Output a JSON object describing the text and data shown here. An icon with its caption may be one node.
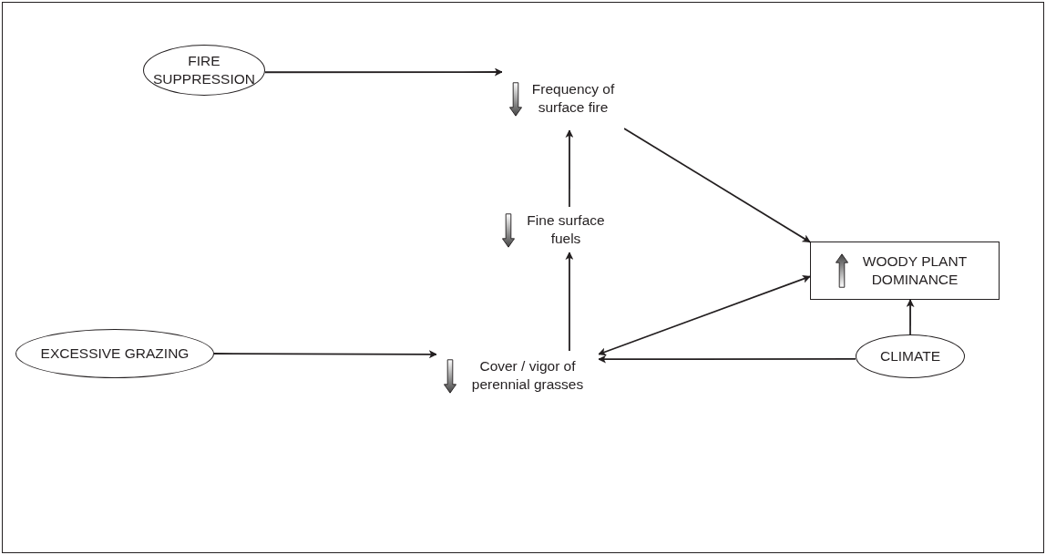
{
  "diagram": {
    "nodes": [
      {
        "text": [
          "FIRE SUPPRESSION"
        ]
      },
      {
        "text": [
          "Frequency of surface fire"
        ]
      },
      {
        "text": [
          "Fine surface fuels"
        ]
      },
      {
        "text": [
          "WOODY PLANT DOMINANCE"
        ]
      },
      {
        "text": [
          "EXCESSIVE GRAZING"
        ]
      },
      {
        "text": [
          "Cover / vigor of perennial grasses"
        ]
      },
      {
        "text": [
          "CLIMATE"
        ]
      }
    ],
    "edges": [
      {
        "from": 0,
        "to": 1,
        "arrow": "to"
      },
      {
        "from": 2,
        "to": 1,
        "arrow": "to"
      },
      {
        "from": 1,
        "to": 3,
        "arrow": "to"
      },
      {
        "from": 5,
        "to": 2,
        "arrow": "to"
      },
      {
        "from": 4,
        "to": 5,
        "arrow": "to"
      },
      {
        "from": 6,
        "to": 5,
        "arrow": "to"
      },
      {
        "from": 5,
        "to": 3,
        "arrow": "both"
      },
      {
        "from": 6,
        "to": 3,
        "arrow": "to"
      }
    ]
  }
}
